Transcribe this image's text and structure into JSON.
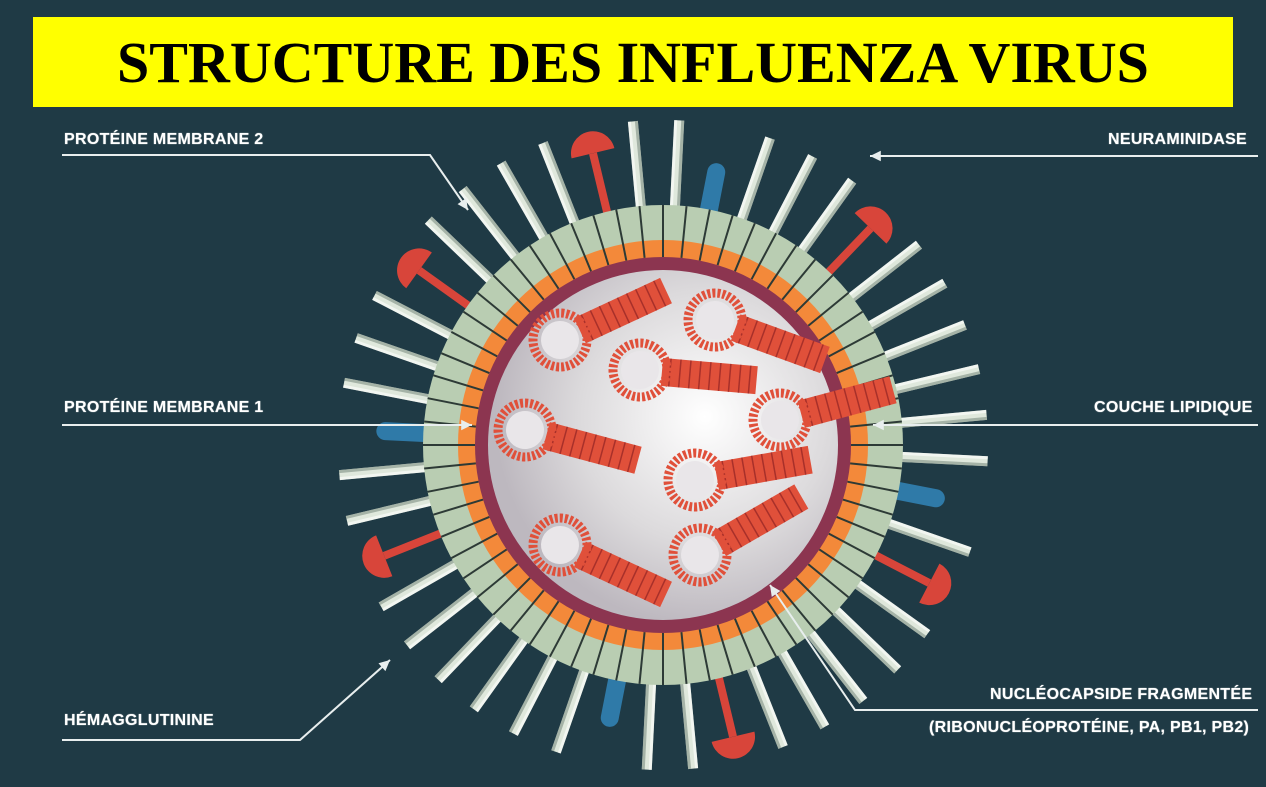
{
  "title": "STRUCTURE DES INFLUENZA VIRUS",
  "labels": {
    "proteine_membrane_2": "PROTÉINE MEMBRANE 2",
    "neuraminidase": "NEURAMINIDASE",
    "proteine_membrane_1": "PROTÉINE MEMBRANE 1",
    "couche_lipidique": "COUCHE LIPIDIQUE",
    "nucleocapside": "NUCLÉOCAPSIDE FRAGMENTÉE",
    "nucleocapside_detail": "(RIBONUCLÉOPROTÉINE, PA, PB1, PB2)",
    "hemagglutinine": "HÉMAGGLUTININE"
  },
  "colors": {
    "background": "#1f3a45",
    "banner": "#ffff00",
    "outer_layer": "#b9cdb2",
    "lipid_layer": "#f3893a",
    "membrane_ring": "#8c3550",
    "core": "#d8d5d8",
    "segments": "#e0503a",
    "neuraminidase": "#d8453a",
    "membrane_protein_2": "#2f7aa8",
    "hemagglutinine": "#dfe8dc"
  }
}
